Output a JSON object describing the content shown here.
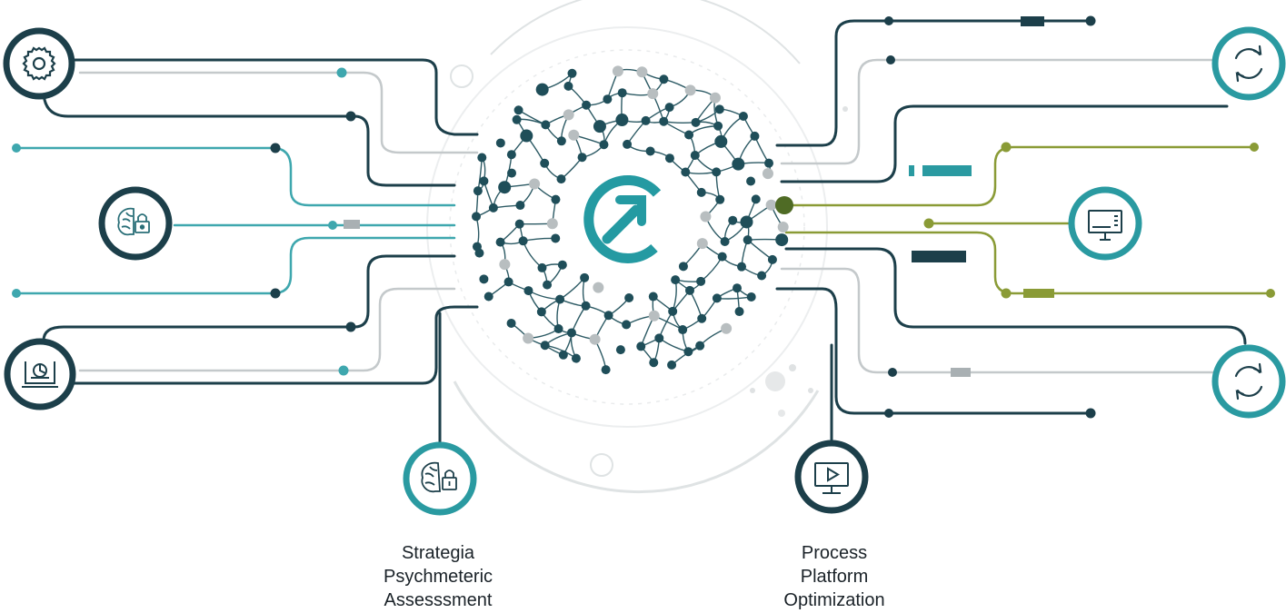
{
  "colors": {
    "dark_teal": "#1c3f4a",
    "teal": "#2a9aa1",
    "light_teal": "#3ea7ae",
    "olive": "#8a9b36",
    "gray": "#bfc4c6",
    "mid_gray": "#8c9599",
    "center_arrow": "#249aa2",
    "text": "#1a2228"
  },
  "hub": {
    "center_icon": "arrow-up-right-icon"
  },
  "icon_nodes": [
    {
      "name": "gear-icon-node",
      "icon": "gear-icon"
    },
    {
      "name": "brain-lock-icon-node",
      "icon": "brain-lock-icon"
    },
    {
      "name": "laptop-chart-icon-node",
      "icon": "laptop-chart-icon"
    },
    {
      "name": "strategia-brain-lock-node",
      "icon": "brain-lock-icon"
    },
    {
      "name": "refresh-top-node",
      "icon": "refresh-icon"
    },
    {
      "name": "monitor-list-node",
      "icon": "monitor-list-icon"
    },
    {
      "name": "refresh-bottom-node",
      "icon": "refresh-icon"
    },
    {
      "name": "process-play-node",
      "icon": "monitor-play-icon"
    }
  ],
  "captions": {
    "left": {
      "line1": "Strategia",
      "line2": "Psychmeteric",
      "line3": "Assesssment"
    },
    "right": {
      "line1": "Process",
      "line2": "Platform",
      "line3": "Optimization"
    }
  }
}
